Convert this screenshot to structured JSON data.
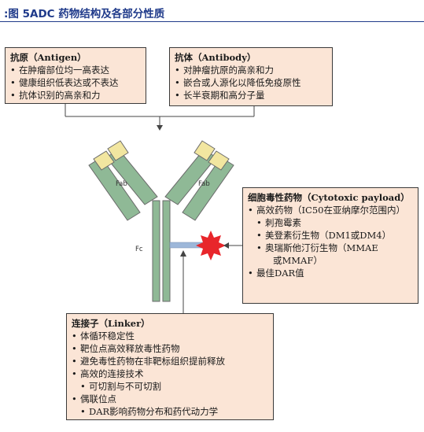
{
  "figure": {
    "number": "图 5:",
    "title": "ADC 药物结构及各部分性质"
  },
  "antigen_box": {
    "title": "抗原（Antigen）",
    "items": [
      "在肿瘤部位均一高表达",
      "健康组织低表达或不表达",
      "抗体识别的高亲和力"
    ]
  },
  "antibody_box": {
    "title": "抗体（Antibody）",
    "items": [
      "对肿瘤抗原的高亲和力",
      "嵌合或人源化以降低免疫原性",
      "长半衰期和高分子量"
    ]
  },
  "payload_box": {
    "title": "细胞毒性药物（Cytotoxic payload）",
    "items": [
      "高效药物（IC50在亚纳摩尔范围内）",
      "刺孢霉素",
      "美登素衍生物（DM1或DM4）",
      "奥瑞斯他汀衍生物（MMAE",
      "或MMAF）",
      "最佳DAR值"
    ]
  },
  "linker_box": {
    "title": "连接子（Linker）",
    "items": [
      "体循环稳定性",
      "靶位点高效释放毒性药物",
      "避免毒性药物在非靶标组织提前释放",
      "高效的连接技术",
      "可切割与不可切割",
      "偶联位点",
      "DAR影响药物分布和药代动力学"
    ]
  },
  "antibody_labels": {
    "fab_left": "Fab",
    "fab_right": "Fab",
    "fc": "Fc"
  },
  "colors": {
    "heavy_chain": "#8fb996",
    "light_chain": "#f2e6a0",
    "linker": "#9db7d9",
    "payload": "#e8262b",
    "box_fill": "#fbe5d6",
    "title": "#1f3a8a"
  }
}
